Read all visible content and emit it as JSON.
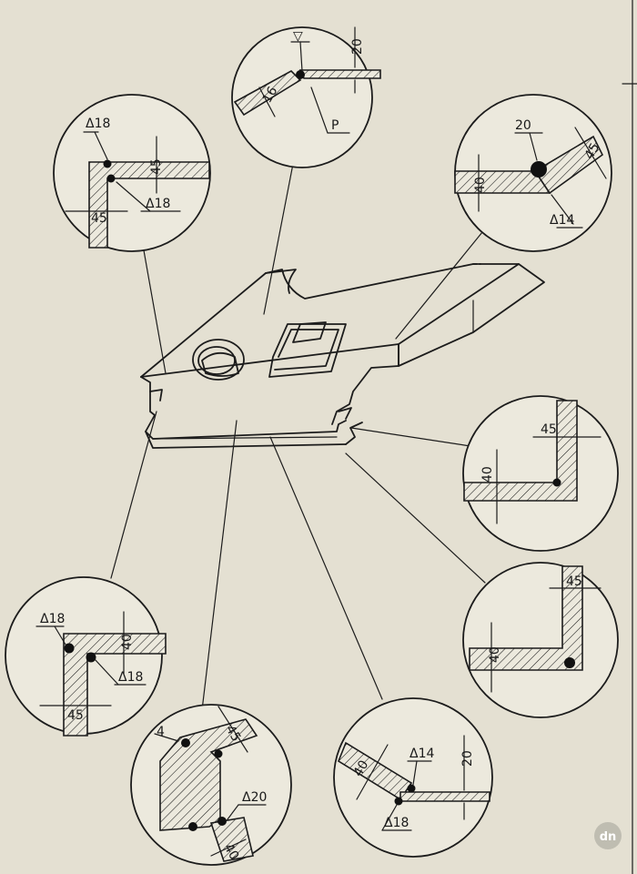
{
  "callouts": {
    "top_center": {
      "groove_symbol": "▽",
      "dim_plate": "20",
      "dim_plate2": "16",
      "weld": "P"
    },
    "top_left": {
      "weld_top": "Δ18",
      "dim_plate_h": "45",
      "dim_plate_v": "45",
      "weld_bottom": "Δ18"
    },
    "top_right": {
      "weld_top": "20",
      "dim_left": "40",
      "dim_right": "45",
      "weld_bottom": "Δ14"
    },
    "mid_right": {
      "dim_top": "45",
      "dim_left": "40"
    },
    "lower_right": {
      "dim_top": "45",
      "dim_left": "40"
    },
    "lower_left": {
      "weld_top": "Δ18",
      "dim_h": "40",
      "dim_v": "45",
      "weld_bottom": "Δ18"
    },
    "bottom_center": {
      "weld_top": "4",
      "dim_top": "45",
      "weld_bottom": "Δ20",
      "dim_bottom": "40"
    },
    "bottom_right": {
      "dim_left": "40",
      "weld_top": "Δ14",
      "dim_right": "20",
      "weld_bottom": "Δ18"
    }
  },
  "watermark": "dn",
  "colors": {
    "paper": "#e4e0d2",
    "ink": "#1c1c1c",
    "circle_fill": "#ece9dd"
  }
}
